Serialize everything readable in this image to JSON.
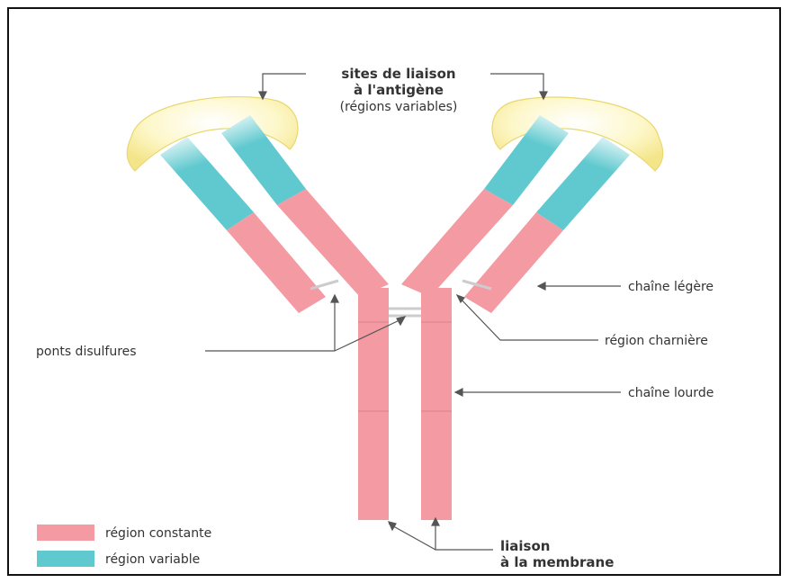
{
  "colors": {
    "constant": "#f39aa3",
    "variable": "#5fc9cf",
    "antigen_site": "#fbf4b0",
    "disulfide": "#cccccc",
    "accent_teal": "#19a9b0",
    "accent_magenta": "#e0115f",
    "label": "#333333"
  },
  "title": {
    "line1": "sites de liaison",
    "line2": "à l'antigène",
    "line3": "(régions variables)"
  },
  "labels": {
    "light_chain": "chaîne légère",
    "hinge": "région charnière",
    "heavy_chain": "chaîne lourde",
    "disulfide": "ponts disulfures",
    "membrane_line1": "liaison",
    "membrane_line2": "à la membrane"
  },
  "legend": [
    {
      "label": "région constante",
      "color": "#f39aa3"
    },
    {
      "label": "région variable",
      "color": "#5fc9cf"
    }
  ]
}
